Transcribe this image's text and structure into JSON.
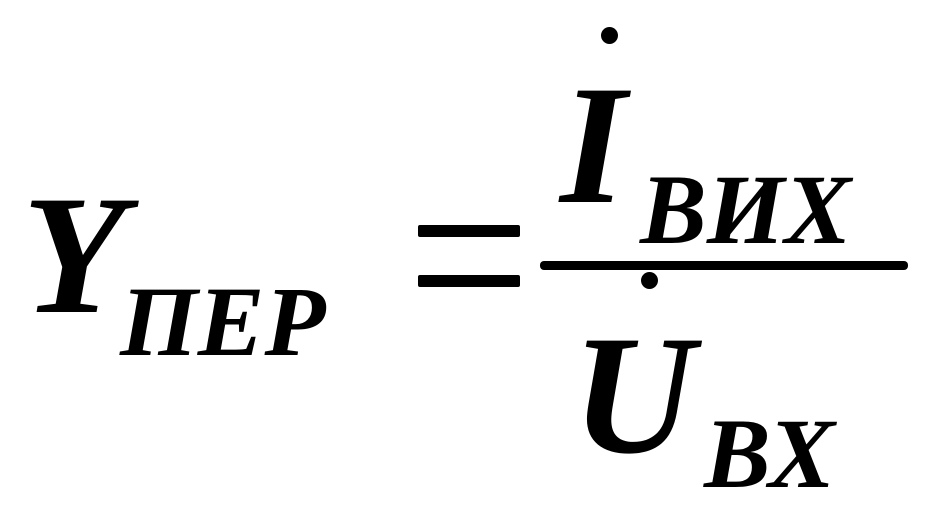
{
  "formula": {
    "lhs": {
      "symbol": "Y",
      "subscript": "ПЕР"
    },
    "operator": "=",
    "numerator": {
      "symbol": "I",
      "subscript": "ВИХ",
      "accent": "dot"
    },
    "denominator": {
      "symbol": "U",
      "subscript": "ВХ",
      "accent": "dot"
    }
  }
}
